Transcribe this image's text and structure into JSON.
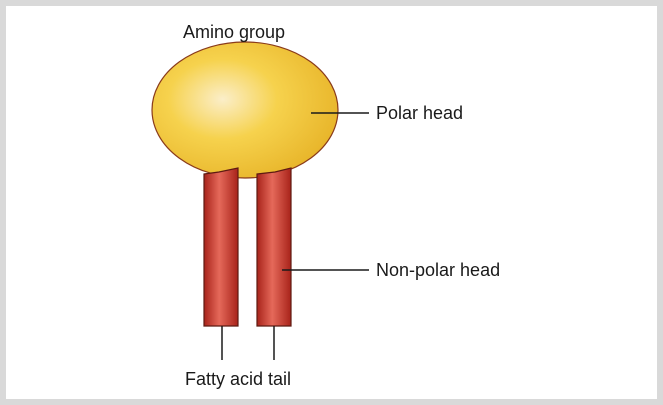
{
  "labels": {
    "amino_group": "Amino group",
    "polar_head": "Polar head",
    "non_polar_head": "Non-polar head",
    "fatty_acid_tail": "Fatty acid tail"
  },
  "colors": {
    "frame_border": "#d9d9d9",
    "head_fill_light": "#fbeec9",
    "head_fill_mid": "#f6d24d",
    "head_fill_dark": "#e8b52a",
    "head_outline": "#8a3b1b",
    "tail_fill_light": "#e5695a",
    "tail_fill_dark": "#a8231a",
    "tail_outline": "#5e1a12",
    "leader_line": "#1a1a1a"
  }
}
